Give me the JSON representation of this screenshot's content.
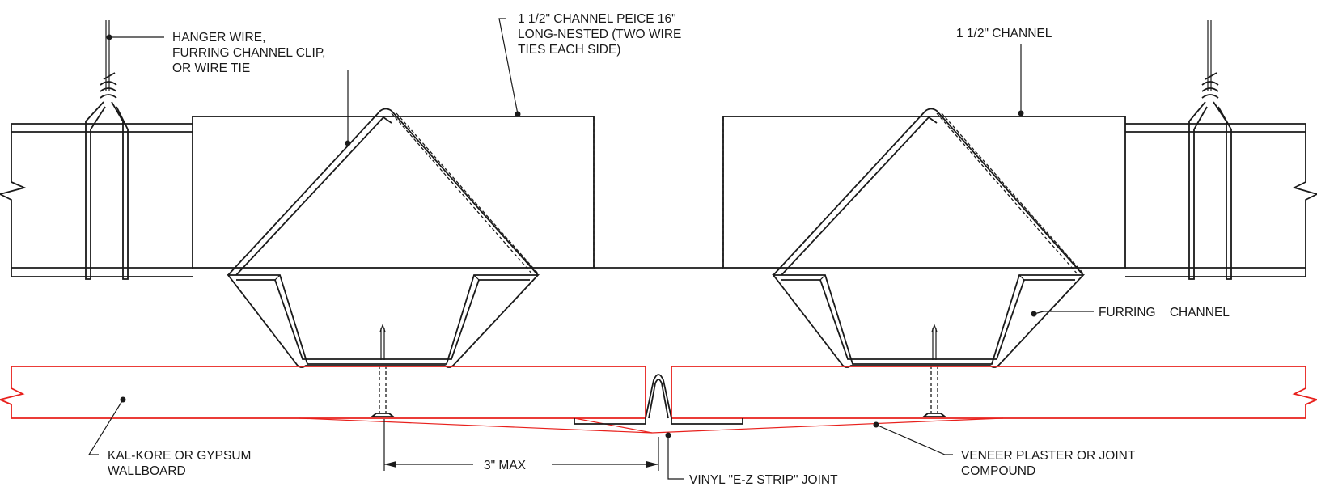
{
  "labels": {
    "hanger_line1": "HANGER WIRE,",
    "hanger_line2": "FURRING CHANNEL CLIP,",
    "hanger_line3": "OR WIRE TIE",
    "piece_line1": "1 1/2\" CHANNEL PEICE 16\"",
    "piece_line2": "LONG-NESTED (TWO WIRE",
    "piece_line3": "TIES EACH SIDE)",
    "channel": "1 1/2\" CHANNEL",
    "furring": "FURRING    CHANNEL",
    "wallboard_line1": "KAL-KORE OR GYPSUM",
    "wallboard_line2": "WALLBOARD",
    "dimension": "3\" MAX",
    "joint": "VINYL \"E-Z STRIP\" JOINT",
    "veneer_line1": "VENEER PLASTER OR JOINT",
    "veneer_line2": "COMPOUND"
  },
  "colors": {
    "linework": "#1a1a1a",
    "wallboard": "#e8201c",
    "background": "#ffffff"
  }
}
